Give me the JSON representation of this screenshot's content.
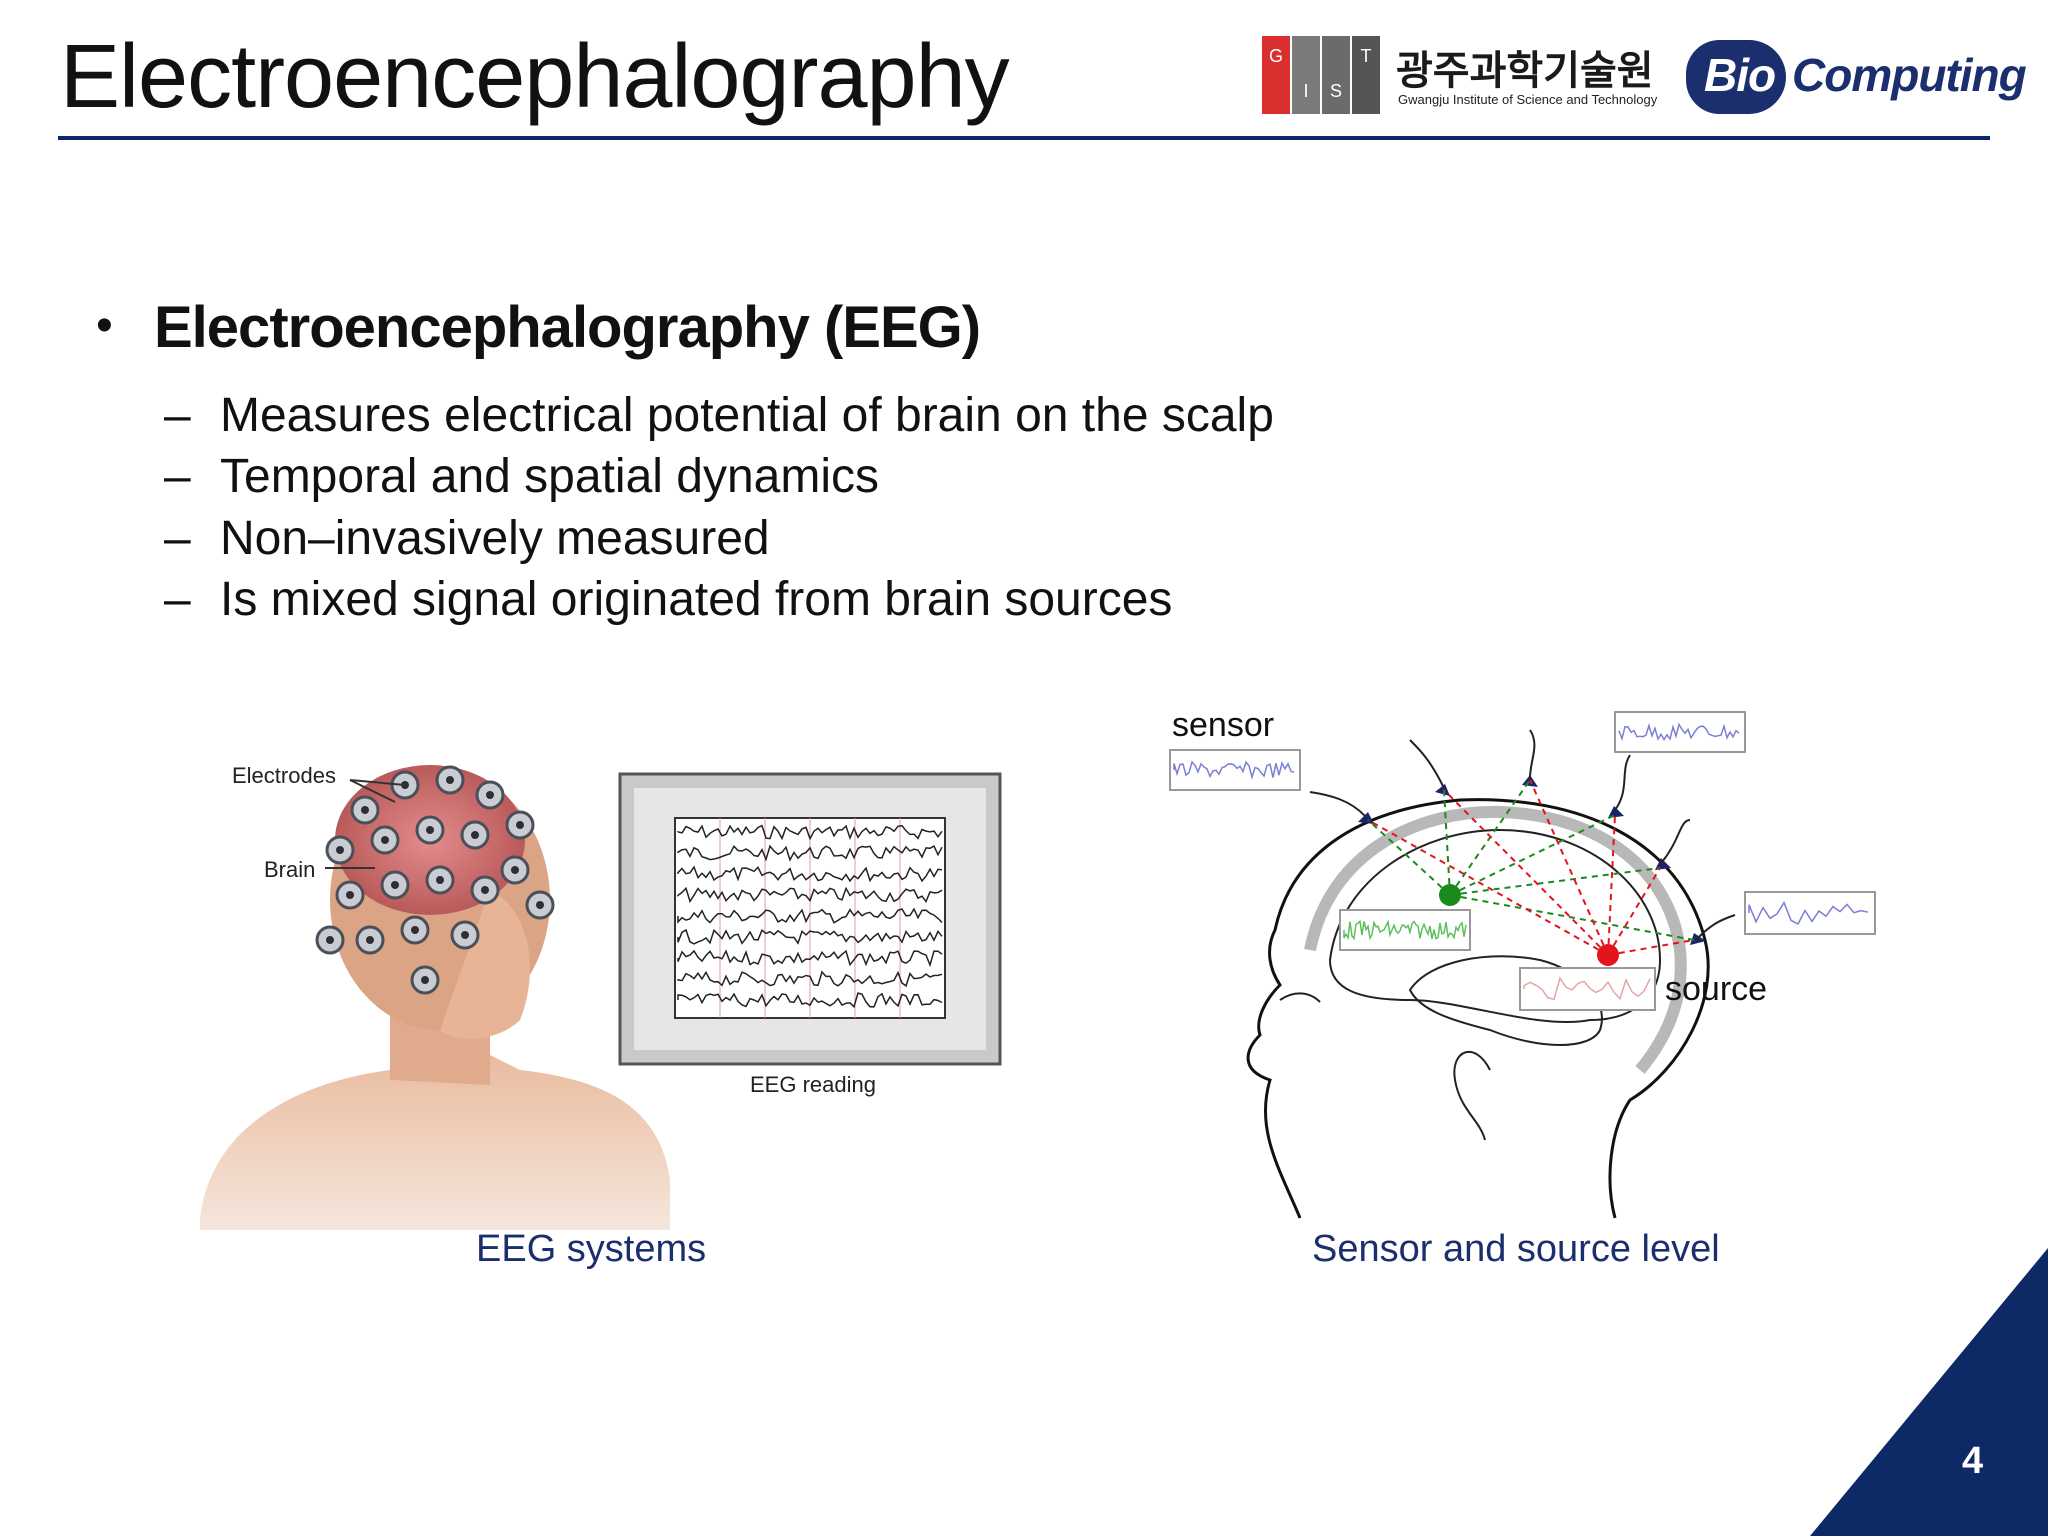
{
  "header": {
    "title": "Electroencephalography",
    "gist_logo": {
      "letters": [
        "G",
        "I",
        "S",
        "T"
      ],
      "korean_name": "광주과학기술원",
      "english_name": "Gwangju Institute of Science and Technology"
    },
    "lab_logo": {
      "prefix": "Bio",
      "suffix": "Computing"
    }
  },
  "content": {
    "bullet": "•",
    "heading": "Electroencephalography (EEG)",
    "dash": "–",
    "sub_points": [
      "Measures electrical potential of brain on the scalp",
      "Temporal and spatial dynamics",
      "Non–invasively measured",
      "Is mixed signal originated from brain sources"
    ]
  },
  "figures": {
    "left": {
      "label_electrodes": "Electrodes",
      "label_brain": "Brain",
      "label_reading": "EEG reading",
      "caption": "EEG systems"
    },
    "right": {
      "label_sensor": "sensor",
      "label_source": "source",
      "caption": "Sensor and source level"
    }
  },
  "footer": {
    "page_number": "4"
  },
  "colors": {
    "accent_navy": "#0d2a66",
    "gist_red": "#d9302f",
    "gist_gray": "#6b6b6b",
    "source_red": "#e3141b",
    "source_green": "#1a8a1a"
  }
}
